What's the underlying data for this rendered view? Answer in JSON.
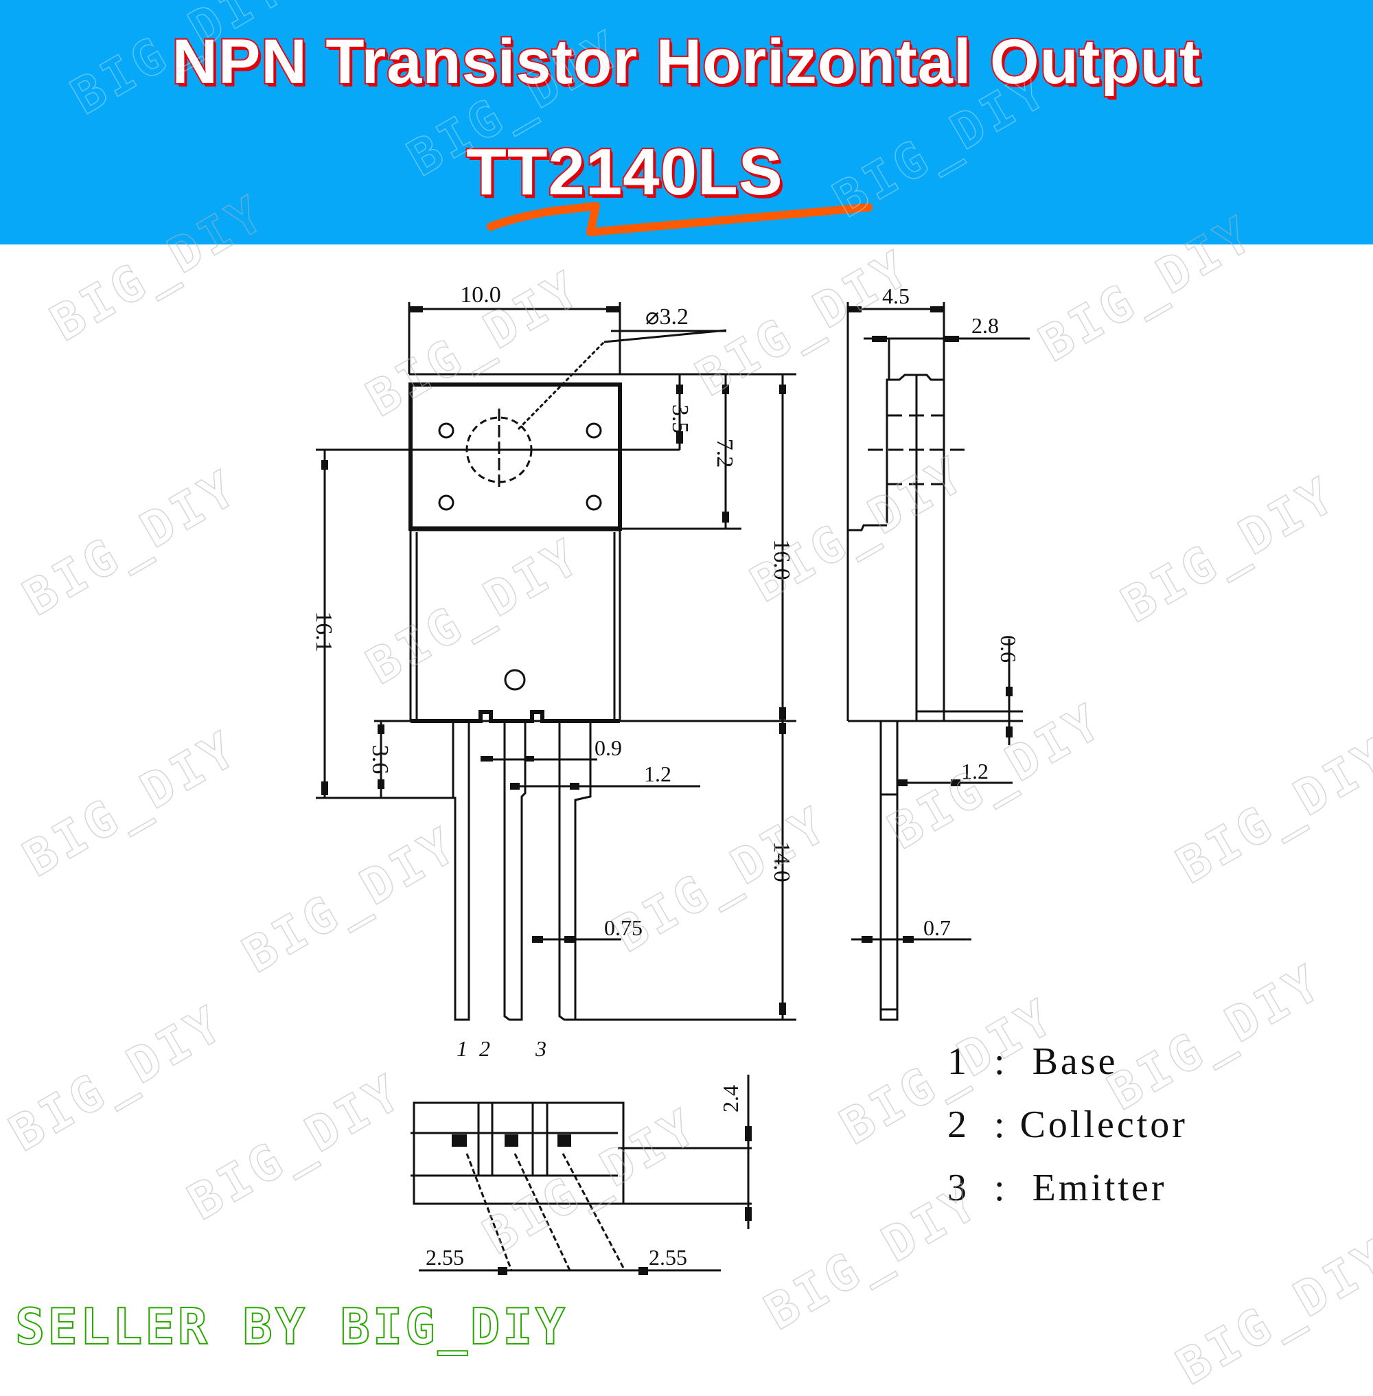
{
  "header": {
    "title": "NPN Transistor Horizontal Output",
    "part_number": "TT2140LS",
    "background": "#06a8f7",
    "title_outline": "#f00a10",
    "underline_color": "#ff5a00"
  },
  "front_view": {
    "width_label": "10.0",
    "hole_label": "⌀3.2",
    "hole_offset_label": "3.5",
    "tab_height_label": "7.2",
    "body_height_label": "16.0",
    "overall_left_label": "16.1",
    "lead_shoulder_label": "3.6",
    "lead_pitch_label": "0.9",
    "lead_width_label": "1.2",
    "lead_thin_label": "0.75",
    "lead_length_label": "14.0",
    "pin_numbers": [
      "1",
      "2",
      "3"
    ]
  },
  "side_view": {
    "thickness_label": "4.5",
    "tab_thickness_label": "2.8",
    "lead_offset_label": "0.6",
    "lead_width_label": "1.2",
    "lead_thickness_label": "0.7"
  },
  "bottom_view": {
    "height_label": "2.4",
    "pitch_left_label": "2.55",
    "pitch_right_label": "2.55"
  },
  "pinout": {
    "items": [
      {
        "num": "1",
        "sep": ":",
        "name": "Base"
      },
      {
        "num": "2",
        "sep": ":",
        "name": "Collector"
      },
      {
        "num": "3",
        "sep": ":",
        "name": "Emitter"
      }
    ]
  },
  "footer": {
    "seller_text": "SELLER BY BIG_DIY",
    "seller_color": "#2aa800"
  },
  "watermark": {
    "text": "BIG_DIY"
  }
}
